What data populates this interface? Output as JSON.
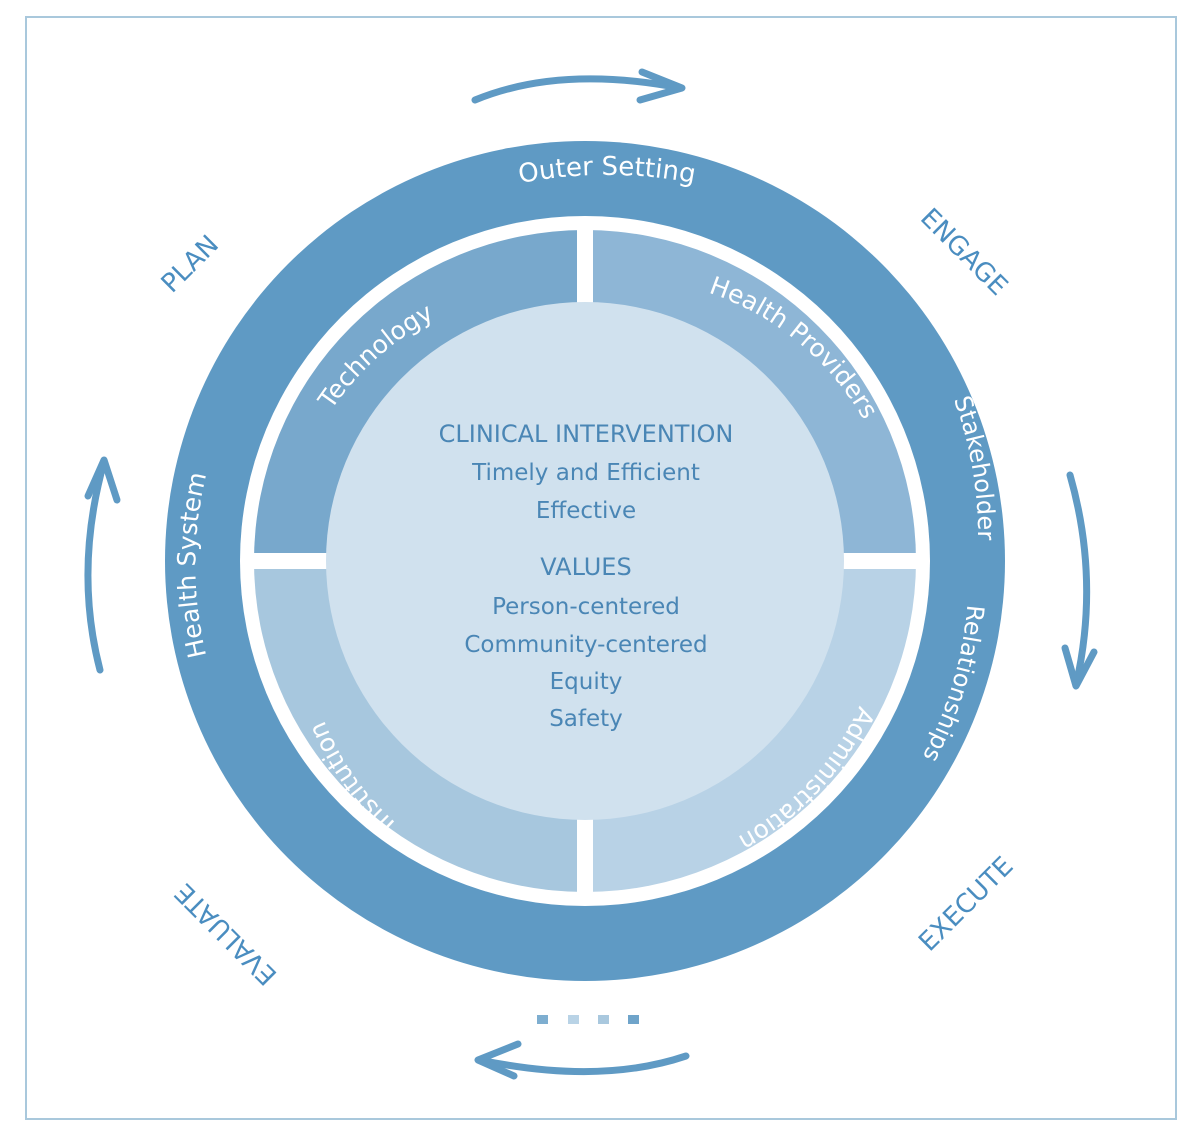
{
  "colors": {
    "ring": "#5f9ac4",
    "quadrant_technology": "#78a8cc",
    "quadrant_health_providers": "#8eb6d6",
    "quadrant_institution": "#a7c7de",
    "quadrant_administration": "#b8d2e6",
    "center": "#d0e1ee",
    "center_text": "#4a86b5",
    "ring_text": "#ffffff",
    "phase_text": "#4a8dc0",
    "arrow": "#5f9ac4",
    "frame": "#a9c8dc"
  },
  "ring": {
    "outer_setting": "Outer Setting",
    "health_system": "Health System",
    "stakeholder": "Stakeholder",
    "relationships": "Relationships"
  },
  "quadrants": {
    "technology": "Technology",
    "health_providers": "Health Providers",
    "institution": "Institution",
    "administration": "Administration"
  },
  "center": {
    "heading1": "CLINICAL INTERVENTION",
    "line1": "Timely and Efficient",
    "line2": "Effective",
    "heading2": "VALUES",
    "values": [
      "Person-centered",
      "Community-centered",
      "Equity",
      "Safety"
    ]
  },
  "phases": {
    "plan": "PLAN",
    "engage": "ENGAGE",
    "execute": "EXECUTE",
    "evaluate": "EVALUATE"
  },
  "arrows": [
    "arrow-top-right",
    "arrow-right-down",
    "arrow-bottom-left",
    "arrow-left-up"
  ],
  "dots_count": 4
}
